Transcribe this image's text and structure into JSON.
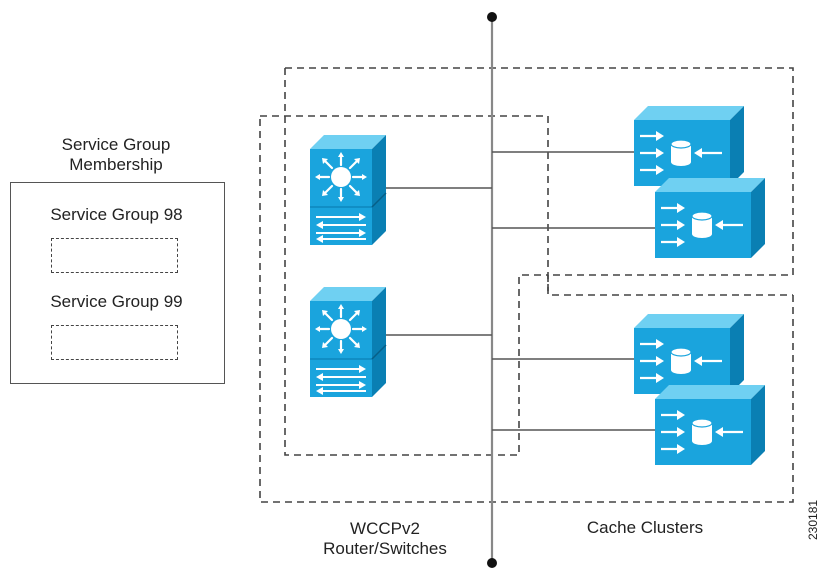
{
  "legend": {
    "title_line1": "Service Group",
    "title_line2": "Membership",
    "group_a_label": "Service Group 98",
    "group_b_label": "Service Group 99"
  },
  "labels": {
    "routers_line1": "WCCPv2",
    "routers_line2": "Router/Switches",
    "caches": "Cache Clusters",
    "figure_id": "230181"
  },
  "icons": {
    "router": "layer3-switch-icon",
    "cache": "content-engine-icon"
  },
  "colors": {
    "device_blue": "#1aa4dd",
    "device_light": "#6fd0f2",
    "device_dark": "#0a7fb3",
    "line": "#666666",
    "dash": "#444444"
  }
}
